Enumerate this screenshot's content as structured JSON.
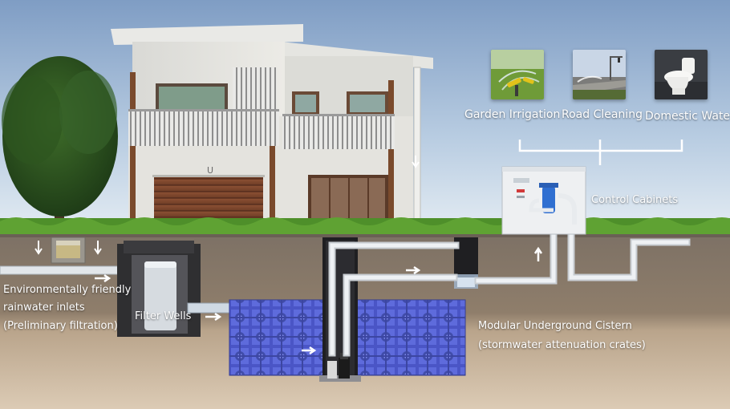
{
  "uses": [
    {
      "label": "Garden Irrigation",
      "icon": "sprinkler-icon"
    },
    {
      "label": "Road Cleaning",
      "icon": "road-icon"
    },
    {
      "label": "Domestic Water",
      "icon": "toilet-icon"
    }
  ],
  "labels": {
    "control_cabinets": "Control Cabinets",
    "inlets_line1": "Environmentally friendly",
    "inlets_line2": "rainwater inlets",
    "inlets_line3": "(Preliminary filtration)",
    "filter_wells": "Filter Wells",
    "cistern_line1": "Modular Underground Cistern",
    "cistern_line2": "(stormwater attenuation crates)"
  },
  "colors": {
    "sky_top": "#7f9dc4",
    "sky_bottom": "#dfe8f1",
    "grass": "#4e8f2a",
    "soil_top": "#8b7c6c",
    "soil_bottom": "#d8c7b1",
    "crate": "#4b57c8",
    "pipe": "#e6e9ec",
    "cabinet": "#eef0f2"
  }
}
